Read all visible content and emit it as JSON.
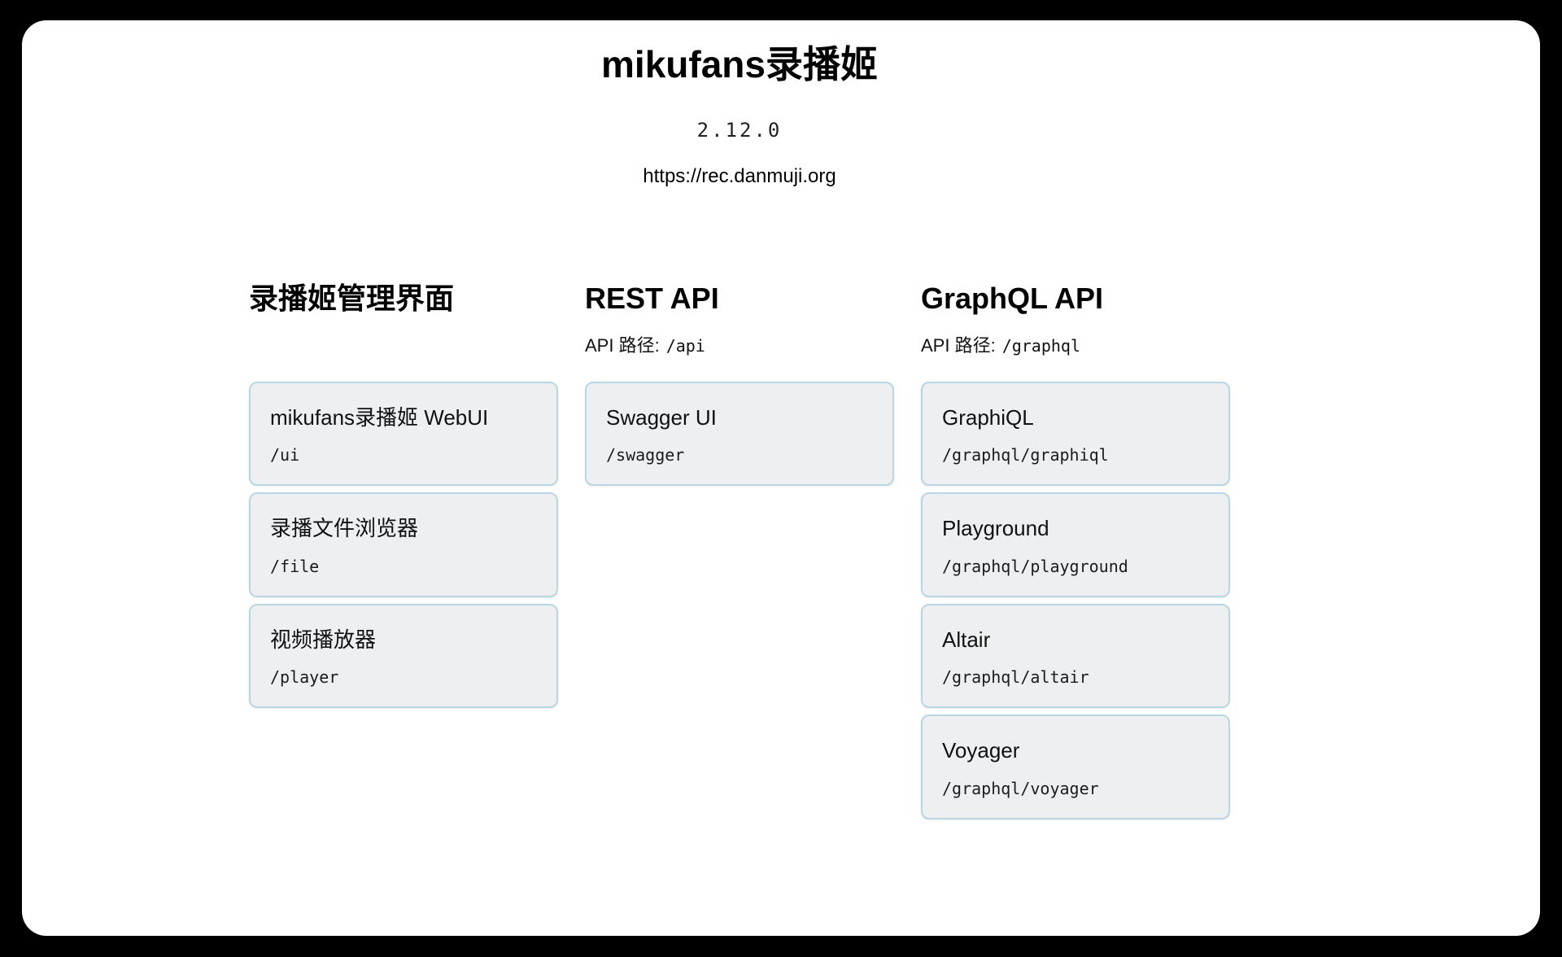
{
  "header": {
    "title": "mikufans录播姬",
    "version": "2.12.0",
    "homepage_url": "https://rec.danmuji.org"
  },
  "columns": [
    {
      "heading": "录播姬管理界面",
      "cards": [
        {
          "title": "mikufans录播姬 WebUI",
          "path": "/ui"
        },
        {
          "title": "录播文件浏览器",
          "path": "/file"
        },
        {
          "title": "视频播放器",
          "path": "/player"
        }
      ]
    },
    {
      "heading": "REST API",
      "api_label": "API 路径:",
      "api_path": "/api",
      "cards": [
        {
          "title": "Swagger UI",
          "path": "/swagger"
        }
      ]
    },
    {
      "heading": "GraphQL API",
      "api_label": "API 路径:",
      "api_path": "/graphql",
      "cards": [
        {
          "title": "GraphiQL",
          "path": "/graphql/graphiql"
        },
        {
          "title": "Playground",
          "path": "/graphql/playground"
        },
        {
          "title": "Altair",
          "path": "/graphql/altair"
        },
        {
          "title": "Voyager",
          "path": "/graphql/voyager"
        }
      ]
    }
  ],
  "colors": {
    "page_background": "#000000",
    "window_background": "#ffffff",
    "card_background": "#edeff0",
    "card_border": "#b9d6e3",
    "text": "#111111"
  }
}
